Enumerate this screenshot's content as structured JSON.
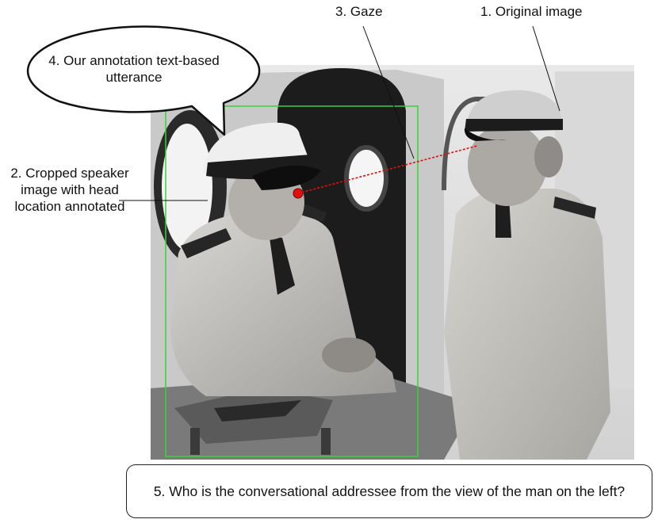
{
  "labels": {
    "gaze": "3. Gaze",
    "original_image": "1. Original image",
    "cropped_speaker": "2. Cropped speaker image with head location annotated",
    "annotation_utterance": "4. Our annotation text-based utterance",
    "question": "5. Who is the conversational addressee from the view of the man on the left?"
  },
  "colors": {
    "crop_box": "#3ccf3c",
    "gaze_line": "#e01010",
    "head_point": "#e01010"
  }
}
